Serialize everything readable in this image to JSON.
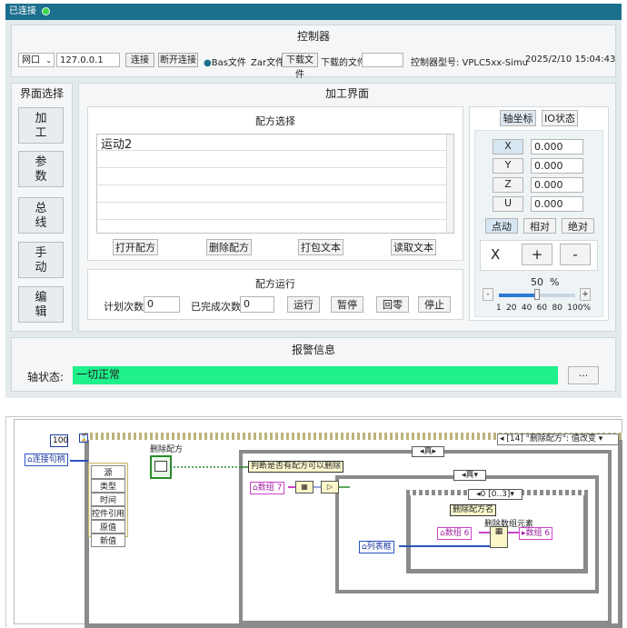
{
  "titlebar": {
    "status": "已连接"
  },
  "controller": {
    "title": "控制器",
    "conn_type": "网口",
    "ip": "127.0.0.1",
    "connect": "连接",
    "disconnect": "断开连接",
    "radio_bas": "Bas文件",
    "radio_zar": "Zar文件",
    "download": "下载文件",
    "downloaded_label": "下载的文件:",
    "model_label": "控制器型号: VPLC5xx-Simu",
    "datetime": "2025/2/10 15:04:43"
  },
  "sidebar": {
    "title": "界面选择",
    "items": [
      {
        "label": "加\n工"
      },
      {
        "label": "参\n数"
      },
      {
        "label": "总\n线"
      },
      {
        "label": "手\n动"
      },
      {
        "label": "编\n辑"
      }
    ]
  },
  "main": {
    "title": "加工界面"
  },
  "recipe_select": {
    "title": "配方选择",
    "list": [
      "运动2",
      "",
      "",
      "",
      ""
    ],
    "buttons": {
      "open": "打开配方",
      "delete": "删除配方",
      "pack": "打包文本",
      "read": "读取文本"
    }
  },
  "recipe_run": {
    "title": "配方运行",
    "planned_label": "计划次数",
    "planned": "0",
    "done_label": "已完成次数",
    "done": "0",
    "buttons": {
      "run": "运行",
      "pause": "暂停",
      "home": "回零",
      "stop": "停止"
    }
  },
  "axis": {
    "tab_coord": "轴坐标",
    "tab_io": "IO状态",
    "rows": [
      {
        "name": "X",
        "value": "0.000"
      },
      {
        "name": "Y",
        "value": "0.000"
      },
      {
        "name": "Z",
        "value": "0.000"
      },
      {
        "name": "U",
        "value": "0.000"
      }
    ],
    "modes": {
      "jog": "点动",
      "rel": "相对",
      "abs": "绝对"
    },
    "jog_axis": "X",
    "plus": "+",
    "minus": "-",
    "speed_percent": "50",
    "percent_sign": "%",
    "slider_value": 50,
    "slider_minus": "-",
    "slider_plus": "+",
    "ticks": [
      "1",
      "20",
      "40",
      "60",
      "80",
      "100%"
    ]
  },
  "alarm": {
    "title": "报警信息",
    "status_label": "轴状态:",
    "status": "一切正常",
    "more": "..."
  },
  "diagram": {
    "const100": "100",
    "conn_handle": "连接句柄",
    "cluster_items": [
      "源",
      "类型",
      "时间",
      "控件引用",
      "原值",
      "新值"
    ],
    "delete_recipe": "删除配方",
    "event_case": "[14] \"删除配方\": 值改变",
    "comment1": "判断是否有配方可以删除",
    "case_true1": "真",
    "case_true2": "真",
    "array7": "数组 7",
    "range": "0 [0..3]",
    "del_name": "删除配方名",
    "del_elem": "删除数组元素",
    "array6_in": "数组 6",
    "array6_out": "数组 6",
    "listbox": "列表框"
  }
}
